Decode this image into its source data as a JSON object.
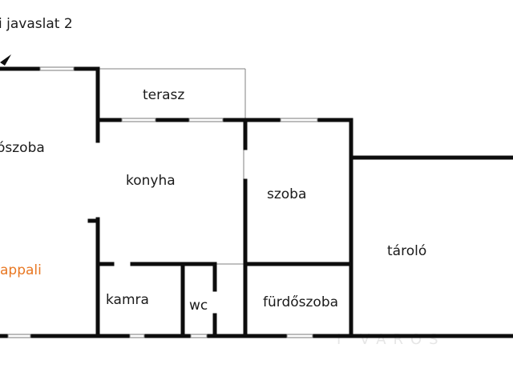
{
  "title": "i javaslat 2",
  "rooms": {
    "terasz": "terasz",
    "nappali_partial": "ószoba",
    "konyha": "konyha",
    "szoba": "szoba",
    "nappali": "appali",
    "taroló": "tároló",
    "kamra": "kamra",
    "wc": "wc",
    "furdoszoba": "fürdőszoba"
  },
  "watermark": "I VAROS",
  "colors": {
    "wall": "#0d0d0d",
    "accent_label": "#e87722",
    "text": "#1a1a1a",
    "watermark": "#e6e6e6"
  },
  "icons": {
    "north_marker": "black-triangle-marker"
  }
}
